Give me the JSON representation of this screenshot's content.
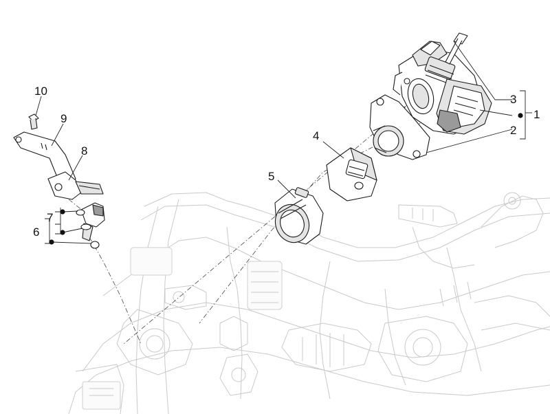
{
  "callouts": {
    "c1": "1",
    "c2": "2",
    "c3": "3",
    "c4": "4",
    "c5": "5",
    "c6": "6",
    "c7": "7",
    "c8": "8",
    "c9": "9",
    "c10": "10"
  },
  "colors": {
    "line": "#1a1a1a",
    "ghost_engine": "#c9c9c9",
    "background": "#ffffff"
  }
}
